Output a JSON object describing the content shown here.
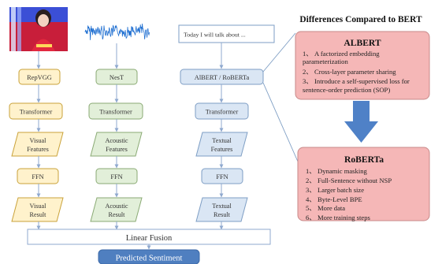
{
  "columns": {
    "visual": {
      "encoder": "RepVGG",
      "transformer": "Transformer",
      "features": [
        "Visual",
        "Features"
      ],
      "ffn": "FFN",
      "result": [
        "Visual",
        "Result"
      ]
    },
    "acoustic": {
      "encoder": "NesT",
      "transformer": "Transformer",
      "features": [
        "Acoustic",
        "Features"
      ],
      "ffn": "FFN",
      "result": [
        "Acoustic",
        "Result"
      ]
    },
    "textual": {
      "input_text": "Today I will talk about ...",
      "encoder": "AlBERT / RoBERTa",
      "transformer": "Transformer",
      "features": [
        "Textual",
        "Features"
      ],
      "ffn": "FFN",
      "result": [
        "Textual",
        "Result"
      ]
    }
  },
  "fusion_label": "Linear Fusion",
  "output_label": "Predicted Sentiment",
  "comparison": {
    "heading": "Differences Compared to BERT",
    "albert": {
      "title": "ALBERT",
      "items": [
        "1、 A factorized embedding",
        "parameterization",
        "2、 Cross-layer parameter sharing",
        "3、 Introduce a self-supervised loss for",
        "sentence-order prediction (SOP)"
      ]
    },
    "roberta": {
      "title": "RoBERTa",
      "items": [
        "1、 Dynamic masking",
        "2、 Full-Sentence without NSP",
        "3、 Larger batch size",
        "4、 Byte-Level BPE",
        "5、 More data",
        "6、 More training steps"
      ]
    }
  },
  "colors": {
    "visual": "#fff2cc",
    "acoustic": "#e2efd9",
    "textual": "#dae6f4",
    "output": "#4f7fc0",
    "comparison_box": "#f5b7b7",
    "arrow": "#4f81c7"
  }
}
